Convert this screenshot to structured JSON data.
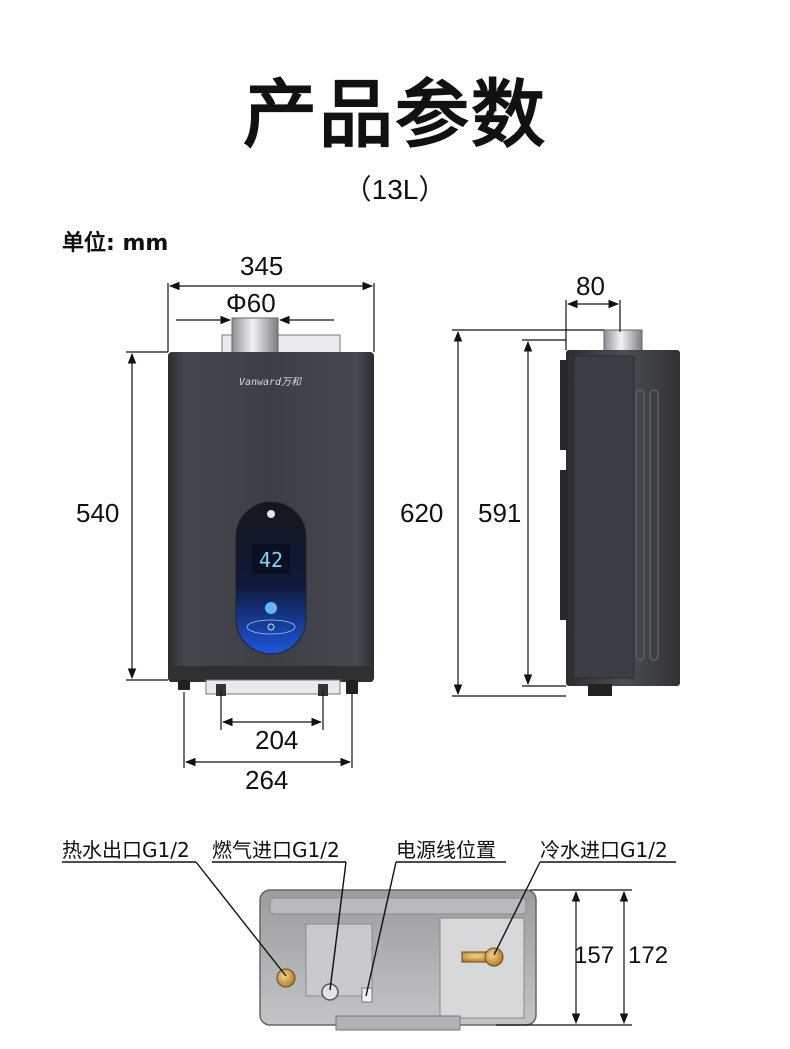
{
  "title": "产品参数",
  "subtitle": "（13L）",
  "unit_label": "单位: mm",
  "front_view": {
    "brand_text": "Vanward万和",
    "display_value": "42",
    "dims": {
      "width": "345",
      "flue_diameter": "Φ60",
      "height": "540",
      "pipe_span_inner": "204",
      "pipe_span_outer": "264"
    }
  },
  "side_view": {
    "dims": {
      "depth_top": "80",
      "total_height": "620",
      "body_height": "591"
    }
  },
  "bottom_view": {
    "labels": {
      "hot_water_outlet": "热水出口G1/2",
      "gas_inlet": "燃气进口G1/2",
      "power_cord": "电源线位置",
      "cold_water_inlet": "冷水进口G1/2"
    },
    "dims": {
      "offset_inner": "157",
      "offset_outer": "172"
    }
  },
  "colors": {
    "body_dark": "#3a3d43",
    "panel_blue": "#1d4fd8",
    "display_cyan": "#7fd3ff",
    "brass": "#c8963a",
    "bottom_gray": "#a7a9ad"
  }
}
